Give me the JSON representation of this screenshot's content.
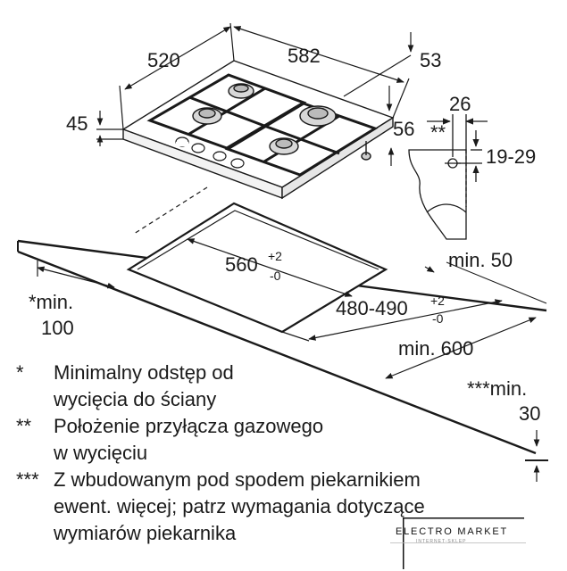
{
  "dimensions": {
    "width_depth": "520",
    "width": "582",
    "front_offset": "53",
    "height": "45",
    "burner_offset": "56",
    "connector_offset": "26",
    "connector_marker": "**",
    "connector_height": "19-29",
    "cutout_width": "560",
    "cutout_width_tol_upper": "+2",
    "cutout_width_tol_lower": "-0",
    "cutout_depth": "480-490",
    "cutout_depth_tol_upper": "+2",
    "cutout_depth_tol_lower": "-0",
    "rear_distance": "min. 50",
    "side_distance_label": "*min.",
    "side_distance_value": "100",
    "worktop_depth": "min. 600",
    "below_distance_label": "***min.",
    "below_distance_value": "30"
  },
  "notes": [
    {
      "marker": "*",
      "text": "Minimalny odstęp od\nwycięcia do ściany"
    },
    {
      "marker": "**",
      "text": "Położenie przyłącza gazowego\nw wycięciu"
    },
    {
      "marker": "***",
      "text": "Z wbudowanym pod spodem piekarnikiem\newent. więcej; patrz wymagania dotyczące\nwymiarów piekarnika"
    }
  ],
  "logo": {
    "name": "ELECTRO MARKET",
    "tagline": "INTERNET-SKLEP"
  }
}
